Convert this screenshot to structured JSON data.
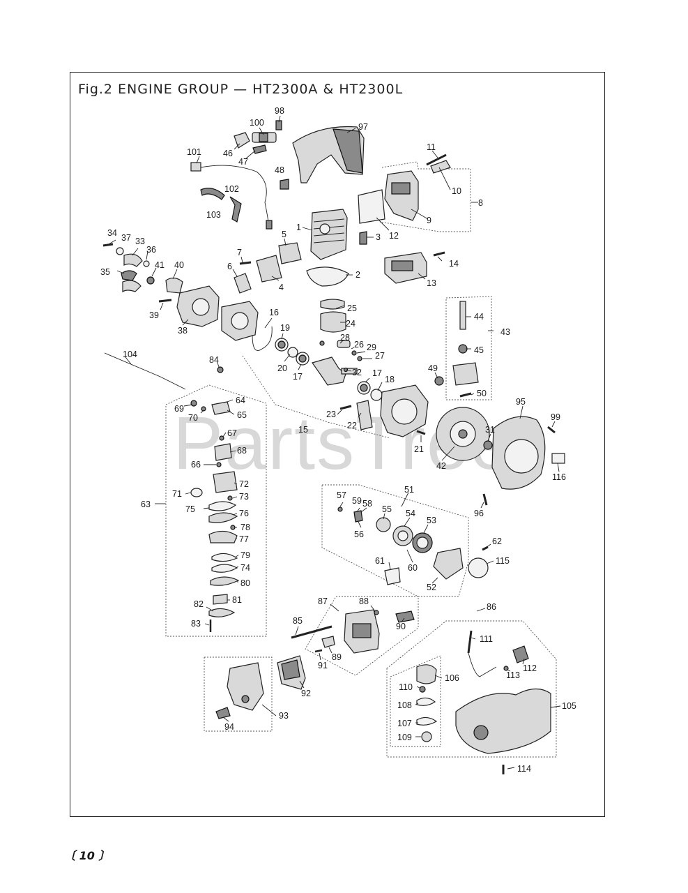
{
  "figure_title": "Fig.2 ENGINE GROUP — HT2300A & HT2300L",
  "watermark": "PartsTree",
  "watermark_tm": "™",
  "page_number": "〔 10 〕",
  "callouts": [
    "1",
    "2",
    "3",
    "4",
    "5",
    "6",
    "7",
    "8",
    "9",
    "10",
    "11",
    "12",
    "13",
    "14",
    "15",
    "16",
    "17",
    "17",
    "18",
    "19",
    "20",
    "21",
    "22",
    "23",
    "24",
    "25",
    "26",
    "27",
    "28",
    "29",
    "31",
    "32",
    "33",
    "34",
    "35",
    "36",
    "37",
    "38",
    "39",
    "40",
    "41",
    "42",
    "43",
    "44",
    "45",
    "46",
    "47",
    "48",
    "49",
    "50",
    "51",
    "52",
    "53",
    "54",
    "55",
    "56",
    "57",
    "58",
    "59",
    "60",
    "61",
    "62",
    "63",
    "64",
    "65",
    "66",
    "67",
    "68",
    "69",
    "70",
    "71",
    "72",
    "73",
    "74",
    "75",
    "76",
    "77",
    "78",
    "79",
    "80",
    "81",
    "82",
    "83",
    "84",
    "85",
    "86",
    "87",
    "88",
    "89",
    "90",
    "91",
    "92",
    "93",
    "94",
    "95",
    "96",
    "97",
    "98",
    "99",
    "100",
    "101",
    "102",
    "103",
    "104",
    "105",
    "106",
    "107",
    "108",
    "109",
    "110",
    "111",
    "112",
    "113",
    "114",
    "115",
    "116"
  ]
}
